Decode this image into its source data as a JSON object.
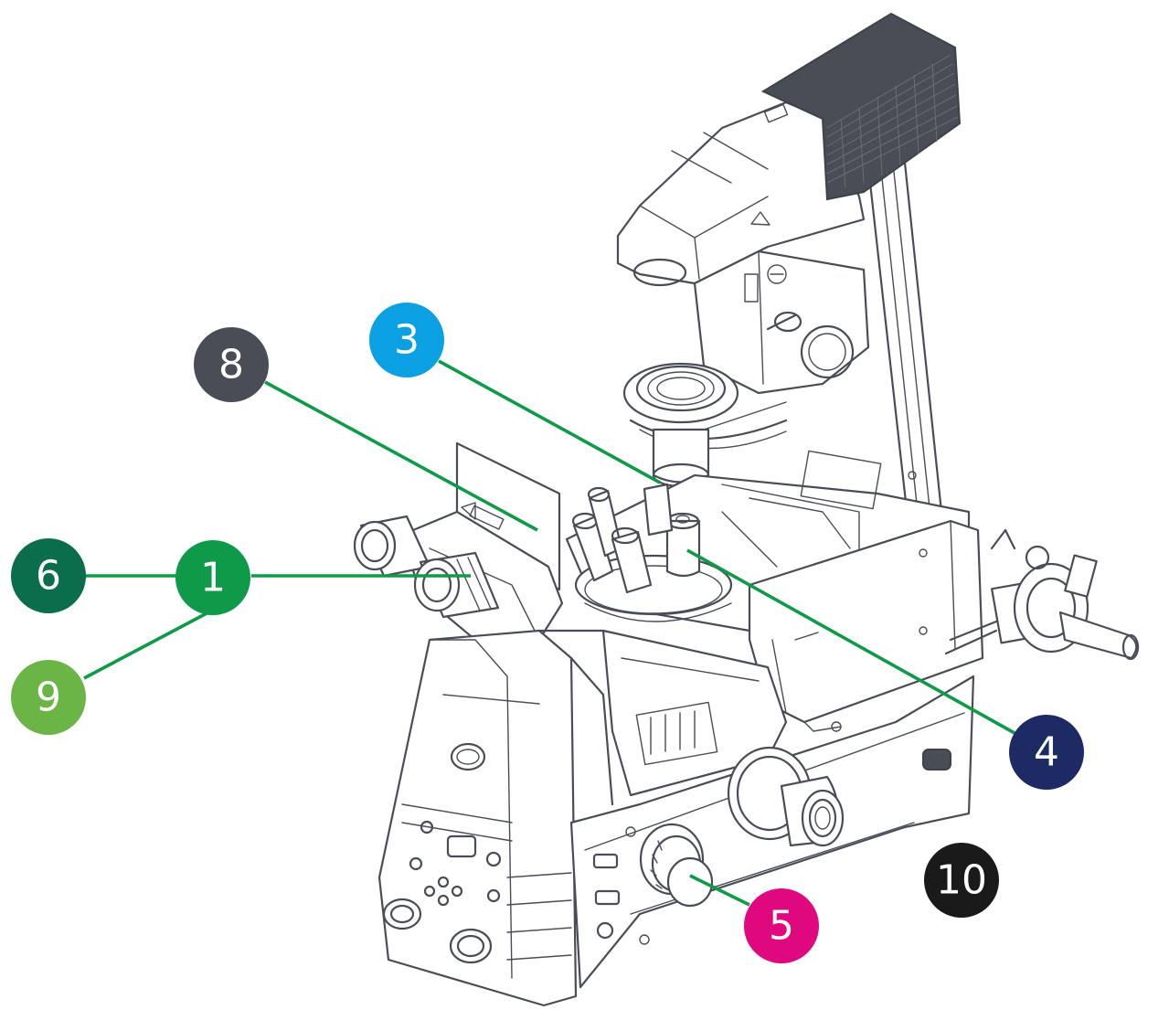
{
  "diagram": {
    "subject": "Inverted microscope line illustration",
    "line_color": "#4a4d55",
    "leader_color": "#0e9a48",
    "callouts": [
      {
        "id": "callout-1",
        "number": "1",
        "color": "#0e9a48"
      },
      {
        "id": "callout-3",
        "number": "3",
        "color": "#0ba0e2"
      },
      {
        "id": "callout-4",
        "number": "4",
        "color": "#1d2a63"
      },
      {
        "id": "callout-5",
        "number": "5",
        "color": "#e0087e"
      },
      {
        "id": "callout-6",
        "number": "6",
        "color": "#0a6e4d"
      },
      {
        "id": "callout-8",
        "number": "8",
        "color": "#4a4d55"
      },
      {
        "id": "callout-9",
        "number": "9",
        "color": "#6ab545"
      },
      {
        "id": "callout-10",
        "number": "10",
        "color": "#1a1a1a"
      }
    ],
    "connections": [
      {
        "from": "6",
        "to": "1"
      },
      {
        "from": "9",
        "to": "1"
      },
      {
        "from": "1",
        "to": "eyepiece"
      },
      {
        "from": "8",
        "to": "shield-panel"
      },
      {
        "from": "3",
        "to": "condenser"
      },
      {
        "from": "4",
        "to": "objective-nosepiece"
      },
      {
        "from": "5",
        "to": "focus-knob"
      }
    ]
  }
}
